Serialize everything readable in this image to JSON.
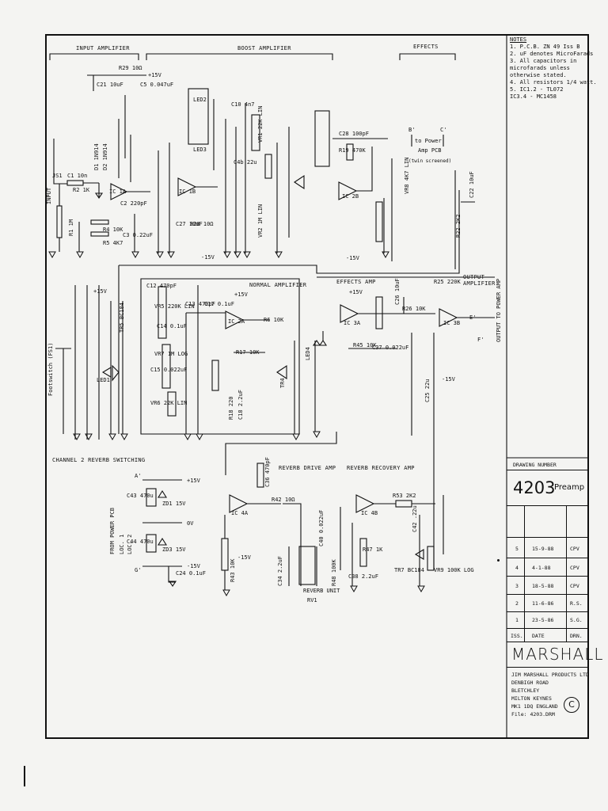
{
  "sections": {
    "input_amplifier": "INPUT AMPLIFIER",
    "boost_amplifier": "BOOST AMPLIFIER",
    "effects": "EFFECTS",
    "normal_amplifier": "NORMAL AMPLIFIER",
    "effects_amp": "EFFECTS AMP",
    "output_amplifier": "OUTPUT AMPLIFIER",
    "channel_reverb": "CHANNEL 2 REVERB SWITCHING",
    "reverb_drive": "REVERB DRIVE AMP",
    "reverb_recovery": "REVERB RECOVERY AMP"
  },
  "notes": {
    "title": "NOTES",
    "items": [
      "1. P.C.B. ZN 49 Iss B",
      "2. uF denotes MicroFarads",
      "3. All capacitors in",
      "   microfarads unless",
      "   otherwise stated.",
      "4. All resistors 1/4 watt.",
      "5. IC1.2 - TL072",
      "   IC3.4 - MC1458"
    ]
  },
  "title_block": {
    "drawing_number_label": "DRAWING NUMBER",
    "drawing_number": "4203",
    "drawing_name": "Preamp",
    "revisions": [
      {
        "iss": "5",
        "date": "15-9-88",
        "drn": "CPV"
      },
      {
        "iss": "4",
        "date": "4-1-88",
        "drn": "CPV"
      },
      {
        "iss": "3",
        "date": "18-5-88",
        "drn": "CPV"
      },
      {
        "iss": "2",
        "date": "11-6-86",
        "drn": "R.S."
      },
      {
        "iss": "1",
        "date": "23-5-86",
        "drn": "S.G."
      }
    ],
    "iss_label": "ISS.",
    "date_label": "DATE",
    "drn_label": "DRN.",
    "brand": "MARSHALL",
    "address": [
      "JIM MARSHALL PRODUCTS LTD",
      "DENBIGH ROAD",
      "BLETCHLEY",
      "MILTON KEYNES",
      "MK1 1DQ ENGLAND",
      "File: 4203.DRM"
    ],
    "copyright": "C"
  },
  "labels": {
    "plus15_a": "+15V",
    "minus15_a": "-15V",
    "plus15_b": "+15V",
    "minus15_b": "-15V",
    "plus15_c": "+15V",
    "minus15_c": "-15V",
    "plus15_d": "+15V",
    "minus15_d": "-15V",
    "plus15_e": "+15V",
    "zero_v": "0V",
    "minus15_e": "-15V",
    "input": "INPUT",
    "js1": "JS1",
    "r29": "R29 10Ω",
    "c21": "C21 10uF",
    "c5": "C5 0.047uF",
    "c1": "C1 10n",
    "r2": "R2 1K",
    "r1": "R1 1M",
    "r4": "R4 10K",
    "r5": "R5 4K7",
    "c2": "C2 220pF",
    "c3": "C3 0.22uF",
    "d1": "D1 1N914",
    "d2": "D2 1N914",
    "ic1a": "IC 1A",
    "ic1b": "IC 1B",
    "ic2a": "IC 2A",
    "ic2b": "IC 2B",
    "ic3a": "IC 3A",
    "ic3b": "IC 3B",
    "ic4a": "IC 4A",
    "ic4b": "IC 4B",
    "led2": "LED2",
    "led3": "LED3",
    "c10": "C10 4n7",
    "c4": "C4b 22u",
    "c27": "C27 10uF",
    "r28": "R28 10Ω",
    "vr2": "VR2 1M LIN",
    "vr1": "VR1 22K LIN",
    "c28": "C28 100pF",
    "r19": "R19 470K",
    "b_prime": "B'",
    "c_prime": "C'",
    "to_power": "to Power",
    "amp_pcb": "Amp PCB",
    "twin_screened": "(twin screened)",
    "vr8": "VR8 4K7 LIN",
    "c22": "C22 10uF",
    "r22": "R22 2K2",
    "c12": "C12 470pF",
    "vr5": "VR5 220K LIN",
    "c14": "C14 0.1uF",
    "vr7": "VR7 1M LOG",
    "c15": "C15 0.022uF",
    "vr6": "VR6 22K LIN",
    "c13": "C13 470pF",
    "c17": "C17 0.1uF",
    "r6": "R6 10K",
    "r17": "R17 10K",
    "r18": "R18 220",
    "c18": "C18 2.2uF",
    "led4": "LED4",
    "tr4": "TR4",
    "r45": "R45 10K",
    "c37": "C37 0.022uF",
    "r26": "R26 10K",
    "c26": "C26 10uF",
    "r25": "R25 220K",
    "c25": "C25 22u",
    "e_prime": "E'",
    "f_prime": "F'",
    "output_to_power": "OUTPUT TO POWER AMP",
    "footswitch": "Footswitch (FS1)",
    "led1": "LED1",
    "tr5": "TR5 BC184",
    "from_power_pcb": "FROM POWER PCB",
    "loc_1": "LOC. 1",
    "loc_2": "LOC. 2",
    "a_prime": "A'",
    "g_prime": "G'",
    "c43": "C43 470u",
    "c44": "C44 470u",
    "zd1": "ZD1 15V",
    "zd3": "ZD3 15V",
    "c24": "C24 0.1uF",
    "c36": "C36 470pF",
    "r42": "R42 10Ω",
    "c34": "C34 2.2uF",
    "reverb_unit": "REVERB UNIT",
    "rv1": "RV1",
    "c40": "C40 0.022uF",
    "r48": "R48 100K",
    "r47": "R47 1K",
    "c38": "C38 2.2uF",
    "r53": "R53 2K2",
    "c42": "C42 .22u",
    "tr7": "TR7 BC184",
    "vr9": "VR9 100K LOG",
    "r43": "R43 10K"
  }
}
